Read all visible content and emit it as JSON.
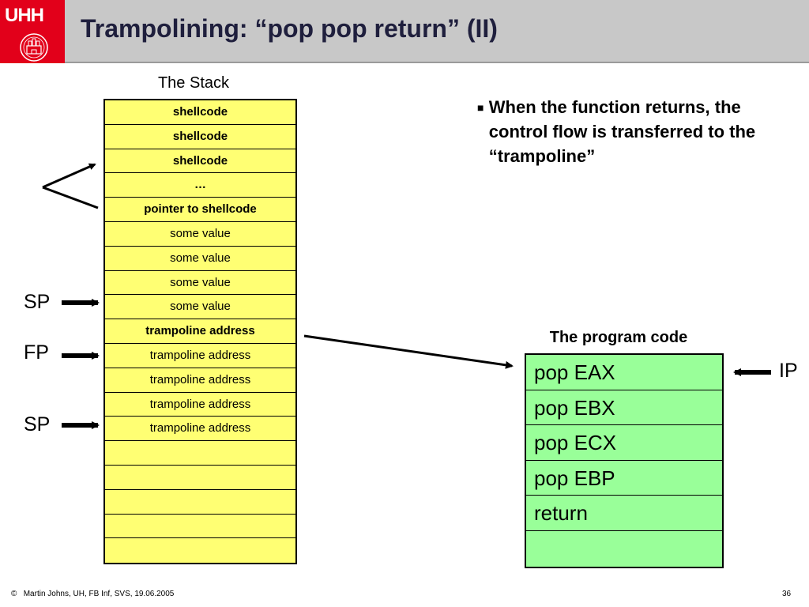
{
  "header": {
    "logo_text": "UHH",
    "title": "Trampolining: “pop pop return” (II)"
  },
  "stack": {
    "label": "The Stack",
    "cells": [
      {
        "text": "shellcode",
        "bold": true
      },
      {
        "text": "shellcode",
        "bold": true
      },
      {
        "text": "shellcode",
        "bold": true
      },
      {
        "text": "…",
        "bold": true
      },
      {
        "text": "pointer to shellcode",
        "bold": true
      },
      {
        "text": "some value",
        "bold": false
      },
      {
        "text": "some value",
        "bold": false
      },
      {
        "text": "some value",
        "bold": false
      },
      {
        "text": "some value",
        "bold": false
      },
      {
        "text": "trampoline address",
        "bold": true
      },
      {
        "text": "trampoline address",
        "bold": false
      },
      {
        "text": "trampoline address",
        "bold": false
      },
      {
        "text": "trampoline address",
        "bold": false
      },
      {
        "text": "trampoline address",
        "bold": false
      },
      {
        "text": "",
        "bold": false
      },
      {
        "text": "",
        "bold": false
      },
      {
        "text": "",
        "bold": false
      },
      {
        "text": "",
        "bold": false
      },
      {
        "text": "",
        "bold": false
      }
    ]
  },
  "pointers": {
    "sp_top": "SP",
    "fp": "FP",
    "sp_bottom": "SP",
    "ip": "IP"
  },
  "bullet": {
    "marker": "■",
    "text": "When the function returns, the control flow is transferred to the “trampoline”"
  },
  "code": {
    "label": "The program code",
    "cells": [
      "pop EAX",
      "pop EBX",
      "pop ECX",
      "pop EBP",
      "return",
      ""
    ]
  },
  "footer": {
    "copyright_symbol": "©",
    "left": "Martin Johns, UH, FB Inf, SVS, 19.06.2005",
    "page_number": "36"
  },
  "colors": {
    "logo_red": "#e2001a",
    "header_gray": "#c8c8c8",
    "title_navy": "#1f1f3d",
    "stack_yellow": "#ffff73",
    "code_green": "#99ff99"
  }
}
